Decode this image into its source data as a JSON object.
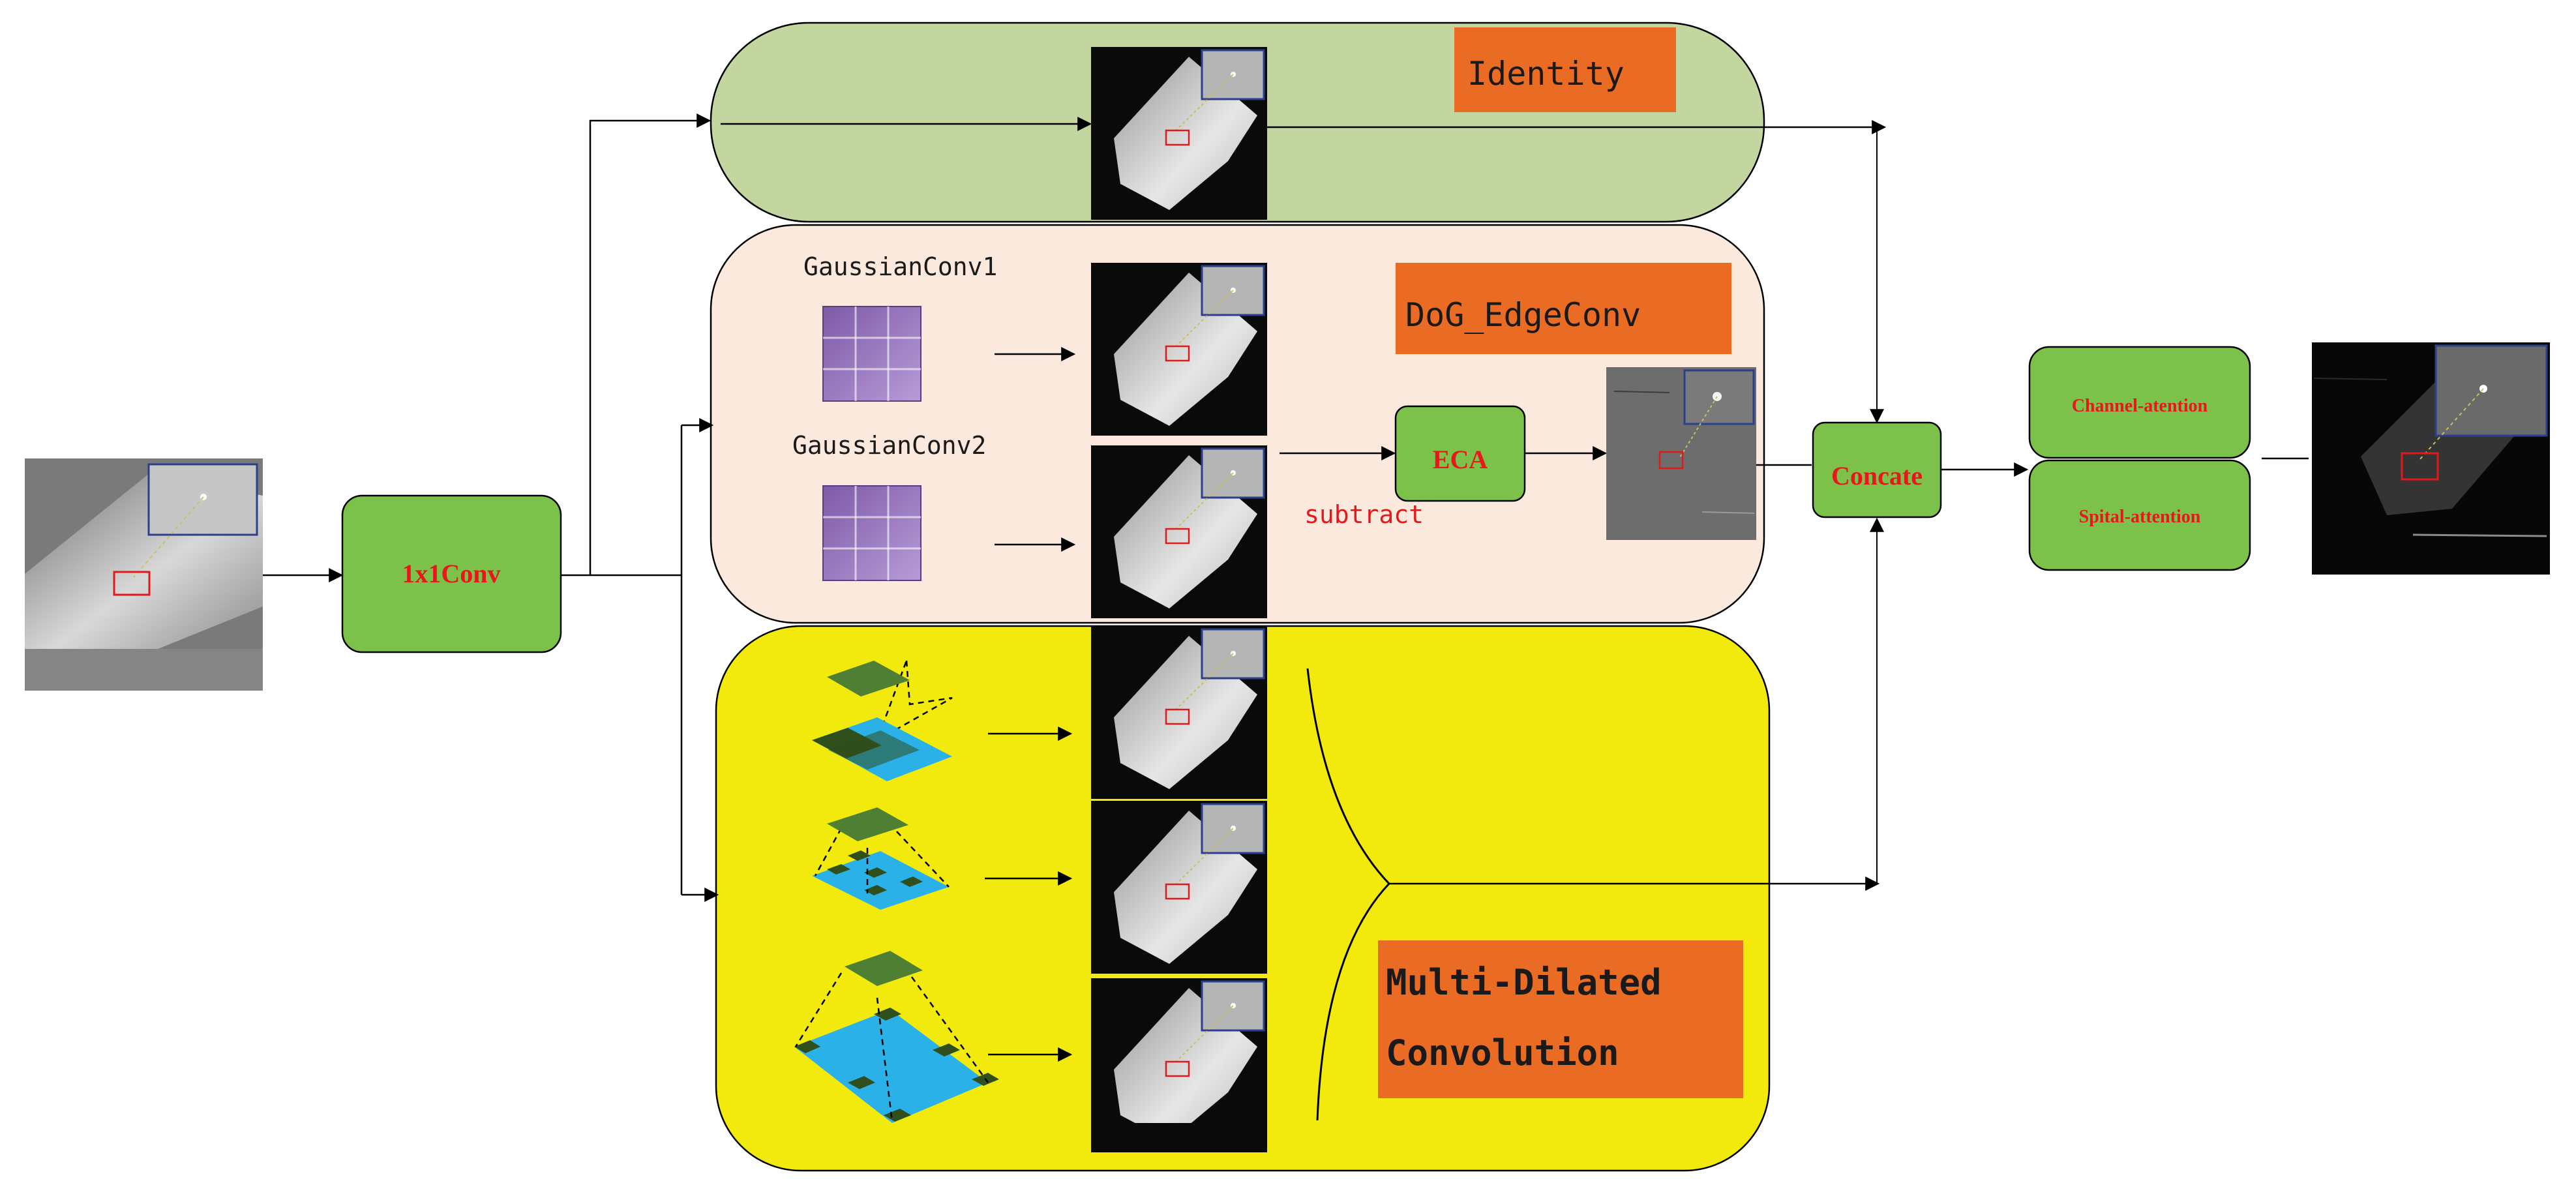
{
  "diagram": {
    "input_block": {
      "label": "1x1Conv"
    },
    "branches": {
      "identity": {
        "title": "Identity"
      },
      "dog": {
        "title": "DoG_EdgeConv",
        "kernel1_label": "GaussianConv1",
        "kernel2_label": "GaussianConv2",
        "subtract_label": "subtract",
        "eca_label": "ECA"
      },
      "dilated": {
        "title_line1": "Multi-Dilated",
        "title_line2": "Convolution"
      }
    },
    "concat_label": "Concate",
    "attention": {
      "channel_label": "Channel-atention",
      "spatial_label": "Spital-attention"
    }
  },
  "colors": {
    "identity_panel": "#c4d6a0",
    "dog_panel": "#fbe9dd",
    "dilated_panel": "#f2ea0c",
    "block_green": "#7cc24a",
    "label_orange": "#ea6b24",
    "label_red": "#e8171b",
    "kernel_purple": "#9d7fbf",
    "grid_blue": "#2ab1e8",
    "grid_dark": "#2f4f1c",
    "grid_top": "#4f7f33"
  }
}
